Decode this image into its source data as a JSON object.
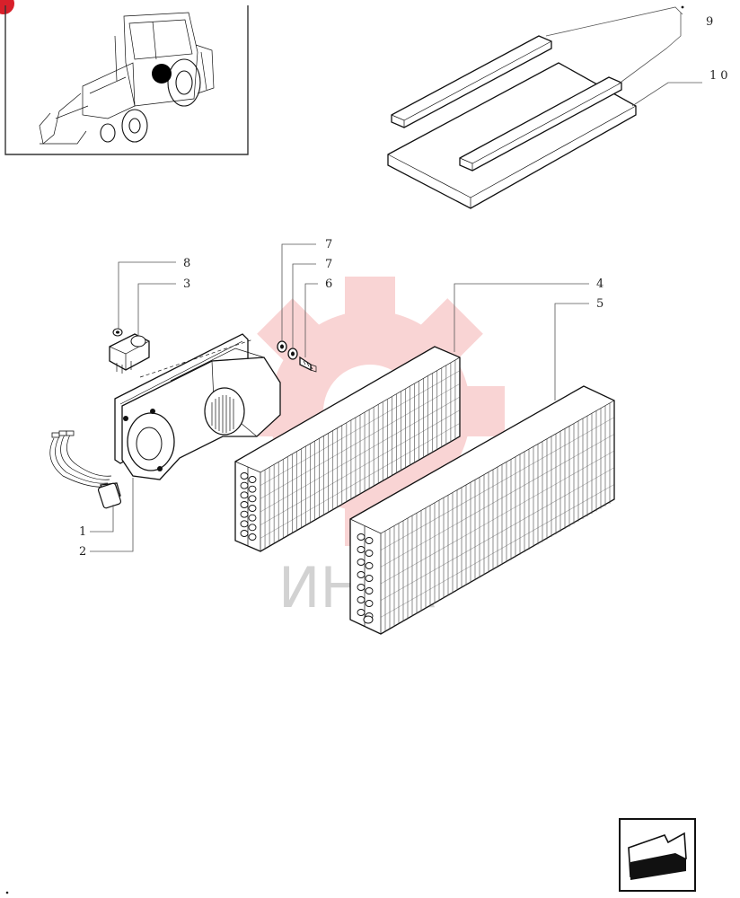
{
  "callouts": {
    "c9": "9",
    "c10": "10",
    "c7a": "7",
    "c7b": "7",
    "c6": "6",
    "c8": "8",
    "c3": "3",
    "c4": "4",
    "c5": "5",
    "c1": "1",
    "c2": "2"
  },
  "watermark": {
    "text": "ИНЕА"
  },
  "colors": {
    "watermark_gear": "#e8413f",
    "badge": "#d8202a",
    "line": "#111111"
  },
  "icons": {
    "next_page": "arrow-next-page-icon",
    "location_marker": "location-dot-icon"
  }
}
